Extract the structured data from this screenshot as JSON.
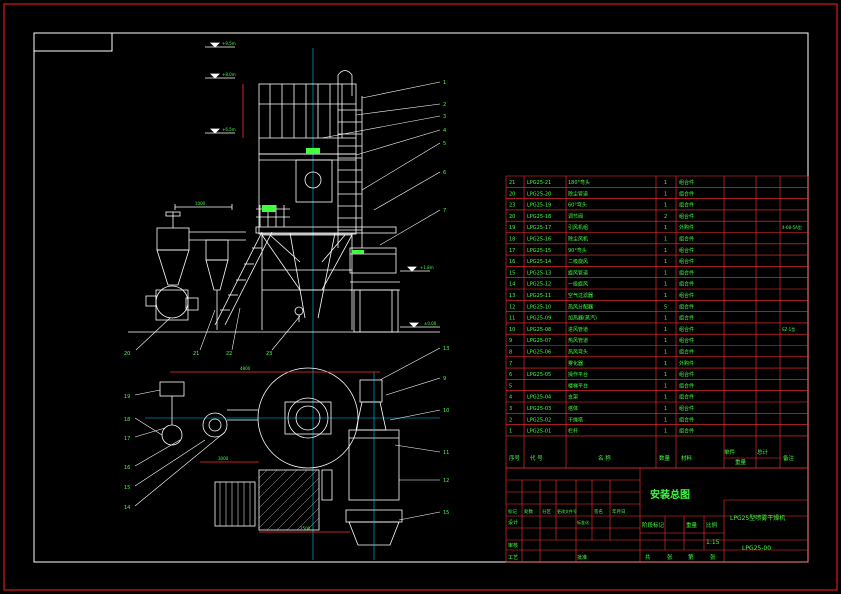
{
  "colors": {
    "background": "#000000",
    "outer_frame": "#ff2020",
    "frame": "#ffffff",
    "equipment": "#ffffff",
    "center_line": "#00c8ff",
    "text": "#40ff40",
    "table_line": "#ff3030",
    "leader": "#ffffff",
    "highlight": "#ffff00"
  },
  "title_block": {
    "title": "安装总图",
    "drawing_name": "LPG25型喷雾干燥机",
    "drawing_number": "LPG25-00",
    "scale_label": "比例",
    "scale": "1:15",
    "stage_mark_label": "阶段标记",
    "weight_label": "重量",
    "sheet_total": "共",
    "sheet_label": "张",
    "sheet_of": "第",
    "sheet_label2": "张",
    "rev_cols": [
      "标记",
      "处数",
      "分区",
      "更改文件号",
      "签名",
      "年月日"
    ],
    "sign_rows": [
      "设计",
      "审核",
      "工艺",
      "标准化",
      "批准"
    ]
  },
  "bom_header": {
    "no": "序号",
    "code": "代  号",
    "name": "名  称",
    "qty": "数量",
    "material": "材料",
    "unit_weight": "单件",
    "total_weight": "总计",
    "weight": "重量",
    "remark": "备注"
  },
  "bom_rows": [
    {
      "no": "21",
      "code": "LPG25-21",
      "name": "180°弯头",
      "qty": "1",
      "material": "组合件",
      "remark": ""
    },
    {
      "no": "20",
      "code": "LPG25-20",
      "name": "除尘管道",
      "qty": "1",
      "material": "组合件",
      "remark": ""
    },
    {
      "no": "23",
      "code": "LPG25-19",
      "name": "60°弯头",
      "qty": "1",
      "material": "组合件",
      "remark": ""
    },
    {
      "no": "20",
      "code": "LPG25-18",
      "name": "调节阀",
      "qty": "2",
      "material": "组合件",
      "remark": ""
    },
    {
      "no": "19",
      "code": "LPG25-17",
      "name": "引风机组",
      "qty": "1",
      "material": "外购件",
      "remark": "4-68-5A型"
    },
    {
      "no": "18",
      "code": "LPG25-16",
      "name": "除尘风机",
      "qty": "1",
      "material": "组合件",
      "remark": ""
    },
    {
      "no": "17",
      "code": "LPG25-15",
      "name": "90°弯头",
      "qty": "1",
      "material": "组合件",
      "remark": ""
    },
    {
      "no": "16",
      "code": "LPG25-14",
      "name": "二级旋风",
      "qty": "1",
      "material": "组合件",
      "remark": ""
    },
    {
      "no": "15",
      "code": "LPG25-13",
      "name": "旋风管道",
      "qty": "1",
      "material": "组合件",
      "remark": ""
    },
    {
      "no": "14",
      "code": "LPG25-12",
      "name": "一级旋风",
      "qty": "1",
      "material": "组合件",
      "remark": ""
    },
    {
      "no": "13",
      "code": "LPG25-11",
      "name": "空气过滤器",
      "qty": "1",
      "material": "组合件",
      "remark": ""
    },
    {
      "no": "12",
      "code": "LPG25-10",
      "name": "热风分配器",
      "qty": "5",
      "material": "组合件",
      "remark": ""
    },
    {
      "no": "11",
      "code": "LPG25-09",
      "name": "加热器(蒸汽)",
      "qty": "1",
      "material": "组合件",
      "remark": ""
    },
    {
      "no": "10",
      "code": "LPG25-08",
      "name": "进风管道",
      "qty": "1",
      "material": "组合件",
      "remark": "SZ-1型"
    },
    {
      "no": "9",
      "code": "LPG25-07",
      "name": "热风管道",
      "qty": "1",
      "material": "组合件",
      "remark": ""
    },
    {
      "no": "8",
      "code": "LPG25-06",
      "name": "热风弯头",
      "qty": "1",
      "material": "组合件",
      "remark": ""
    },
    {
      "no": "7",
      "code": "",
      "name": "雾化器",
      "qty": "1",
      "material": "外购件",
      "remark": ""
    },
    {
      "no": "6",
      "code": "LPG25-05",
      "name": "操作平台",
      "qty": "1",
      "material": "组合件",
      "remark": ""
    },
    {
      "no": "5",
      "code": "",
      "name": "楼梯平台",
      "qty": "1",
      "material": "组合件",
      "remark": ""
    },
    {
      "no": "4",
      "code": "LPG25-04",
      "name": "支架",
      "qty": "1",
      "material": "组合件",
      "remark": ""
    },
    {
      "no": "3",
      "code": "LPG25-03",
      "name": "塔体",
      "qty": "1",
      "material": "组合件",
      "remark": ""
    },
    {
      "no": "2",
      "code": "LPG25-02",
      "name": "干燥塔",
      "qty": "1",
      "material": "组合件",
      "remark": ""
    },
    {
      "no": "1",
      "code": "LPG25-01",
      "name": "栏杆",
      "qty": "1",
      "material": "组合件",
      "remark": ""
    }
  ],
  "elevations": [
    "+9.5m",
    "+8.0m",
    "+6.5m",
    "+1.8m",
    "±0.00"
  ],
  "dims": [
    "1000",
    "4800",
    "3000",
    "2500"
  ],
  "callouts_right": [
    "1",
    "2",
    "3",
    "4",
    "5",
    "6",
    "7",
    "13",
    "9",
    "10",
    "11",
    "12",
    "15"
  ],
  "callouts_left": [
    "20",
    "21",
    "22",
    "23",
    "19",
    "18",
    "17",
    "16",
    "15",
    "14"
  ]
}
